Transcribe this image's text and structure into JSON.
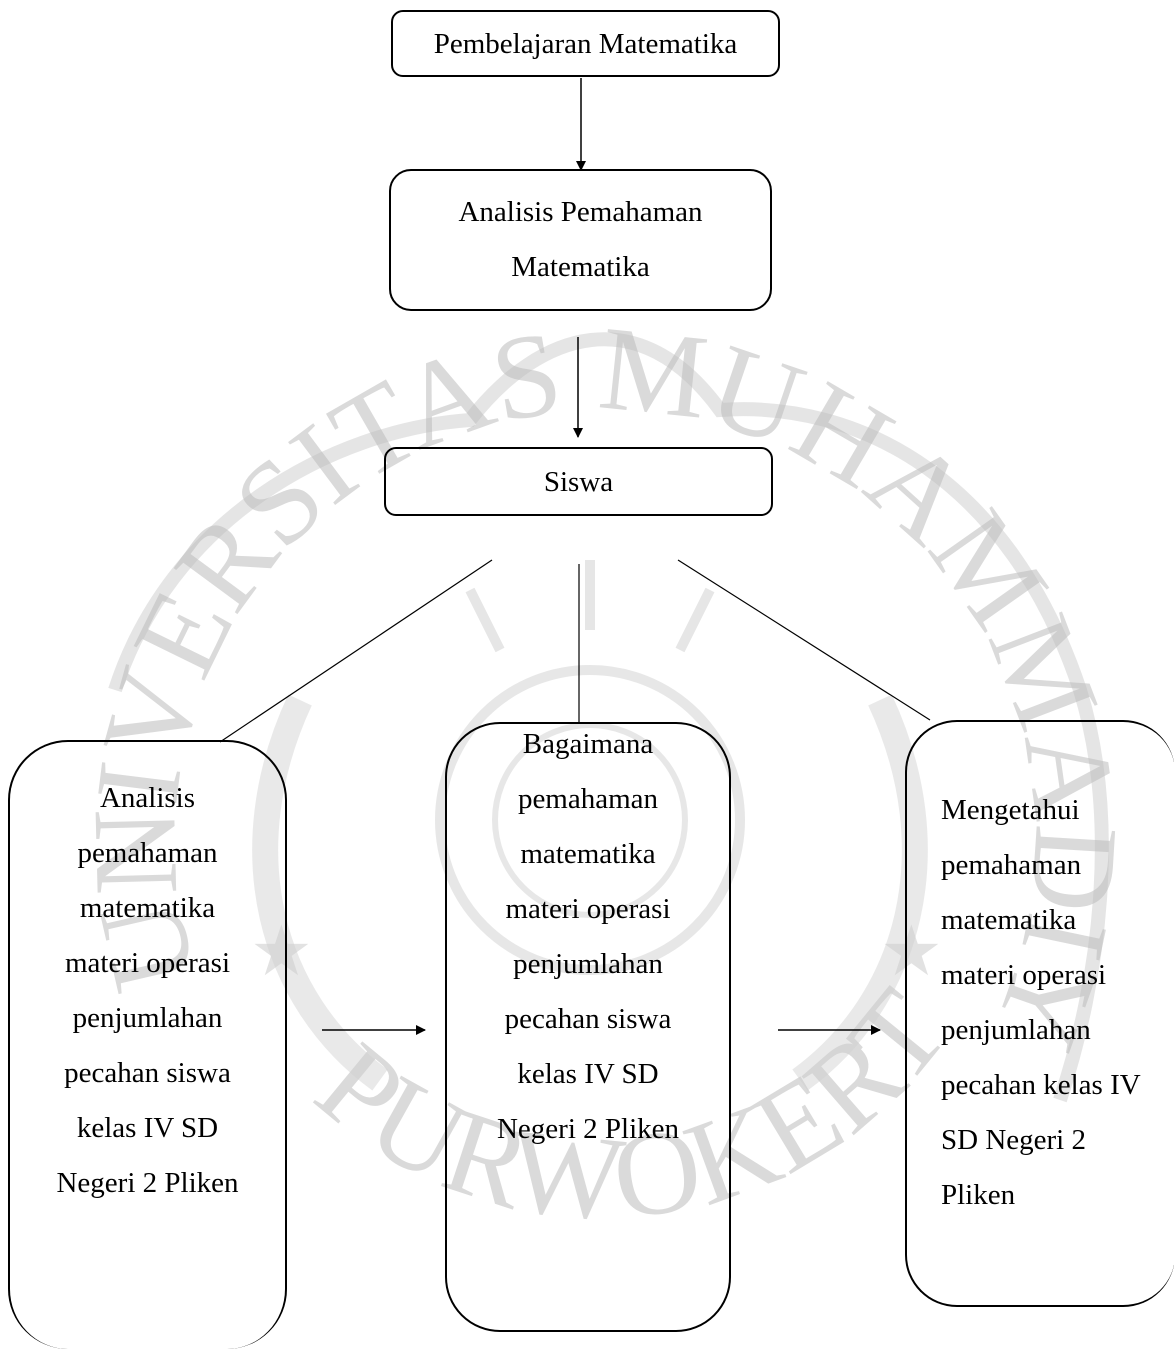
{
  "watermark": {
    "text_top": "UNIVERSITAS MUHAMMADIYAH",
    "text_bottom": "PURWOKERTO"
  },
  "diagram": {
    "top_box": "Pembelajaran Matematika",
    "analysis_box": "Analisis Pemahaman Matematika",
    "siswa_box": "Siswa",
    "left_box": "Analisis pemahaman matematika materi operasi penjumlahan pecahan siswa kelas IV SD Negeri 2 Pliken",
    "middle_box": "Bagaimana pemahaman matematika materi operasi penjumlahan pecahan siswa kelas IV SD Negeri 2 Pliken",
    "right_box": "Mengetahui pemahaman matematika materi operasi penjumlahan pecahan kelas IV SD Negeri 2 Pliken"
  },
  "colors": {
    "line": "#000000",
    "watermark": "#bdbdbd"
  }
}
